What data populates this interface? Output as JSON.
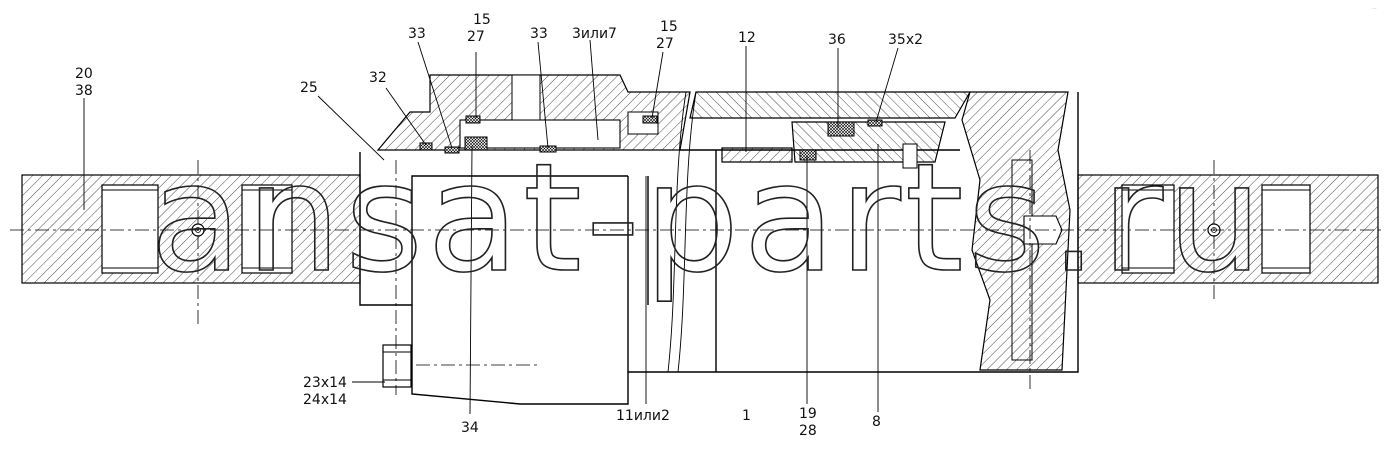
{
  "labels": {
    "l20": "20",
    "l38": "38",
    "l25": "25",
    "l32": "32",
    "l33a": "33",
    "l15a": "15",
    "l27a": "27",
    "l33b": "33",
    "l3": "3или7",
    "l15b": "15",
    "l27b": "27",
    "l12": "12",
    "l36": "36",
    "l35": "35x2",
    "l23": "23x14",
    "l24": "24x14",
    "l34": "34",
    "l11": "11или2",
    "l1": "1",
    "l19": "19",
    "l28": "28",
    "l8": "8"
  },
  "watermark": "ansat-parts.ru",
  "corner_mark": "..."
}
